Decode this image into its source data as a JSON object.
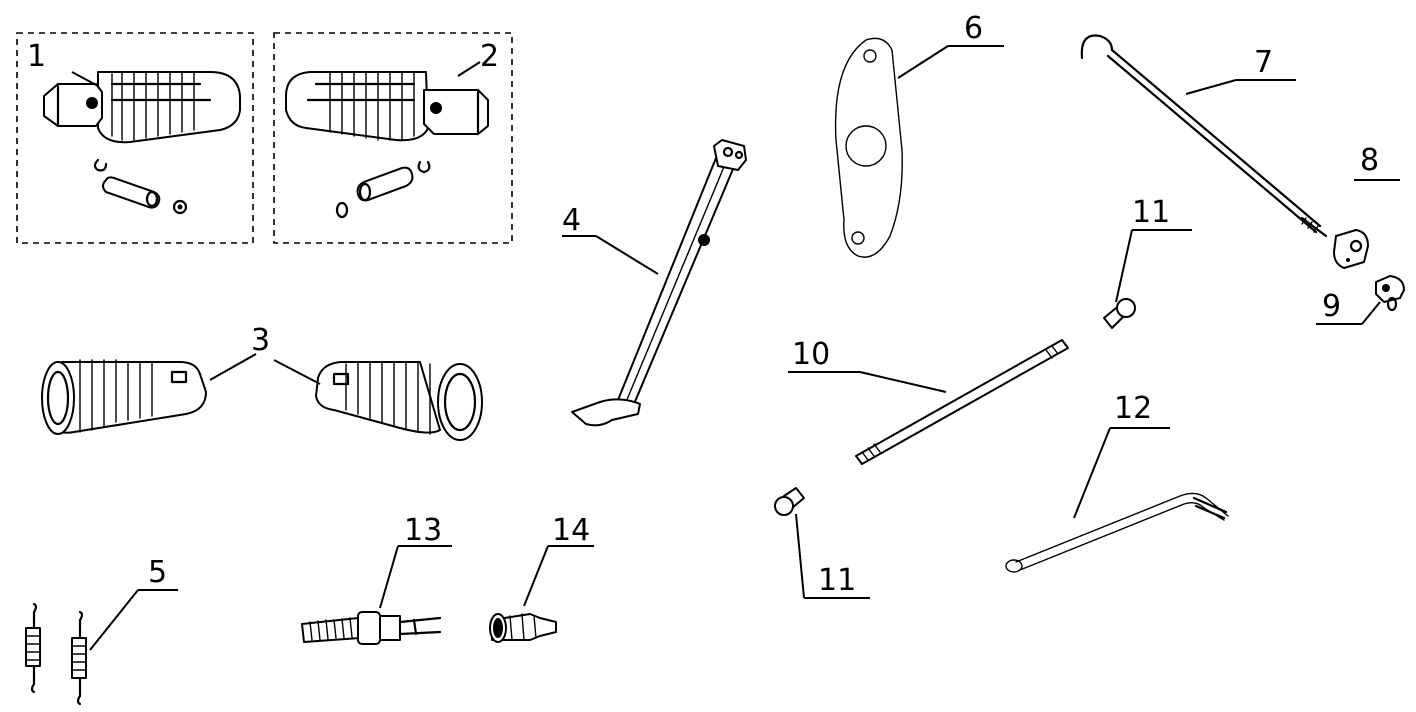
{
  "callouts": {
    "c1": "1",
    "c2": "2",
    "c3": "3",
    "c4": "4",
    "c5": "5",
    "c6": "6",
    "c7": "7",
    "c8": "8",
    "c9": "9",
    "c10": "10",
    "c11a": "11",
    "c11b": "11",
    "c12": "12",
    "c13": "13",
    "c14": "14"
  }
}
